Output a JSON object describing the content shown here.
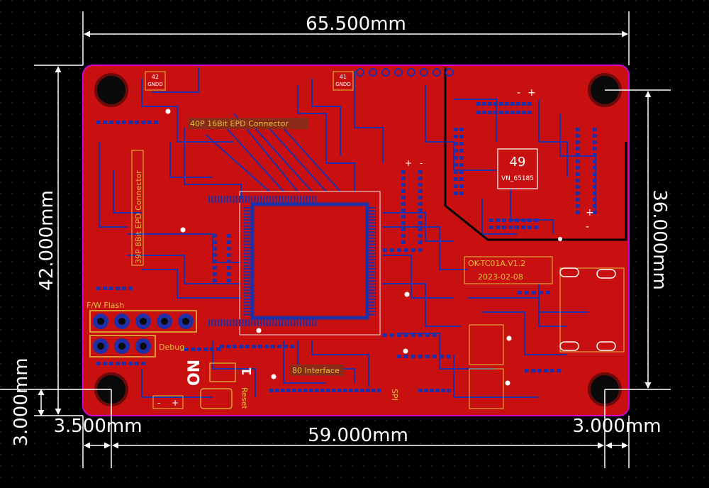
{
  "colors": {
    "background": "#000000",
    "board_copper": "#cc1010",
    "board_edge": "#d400d4",
    "trace_bottom": "#1e2fa8",
    "silkscreen": "#e0c23a",
    "dimension": "#ffffff"
  },
  "dimensions": {
    "width_top": "65.500mm",
    "height_left": "42.000mm",
    "hole_span_right": "36.000mm",
    "hole_span_bottom": "59.000mm",
    "hole_offset_left_x": "3.500mm",
    "hole_offset_left_y": "3.000mm",
    "hole_offset_right_x": "3.000mm"
  },
  "silkscreen": {
    "connector_40p": "40P 16Bit EPD Connector",
    "connector_39p": "39P 8Bit EPD Connector",
    "fw_flash": "F/W Flash",
    "debug": "Debug",
    "interface_80": "80 Interface",
    "board_name": "OK-TC01A.V1.2",
    "board_date": "2023-02-08",
    "pad_42": "42",
    "pad_42_net": "GNDD",
    "pad_41": "41",
    "pad_41_net": "GNDD",
    "chip_marking": "49",
    "chip_name": "VN_65185",
    "on_label": "ON",
    "one_label": "1",
    "reset_label": "Reset",
    "spi_label": "SPI",
    "plus": "+",
    "minus": "-"
  }
}
